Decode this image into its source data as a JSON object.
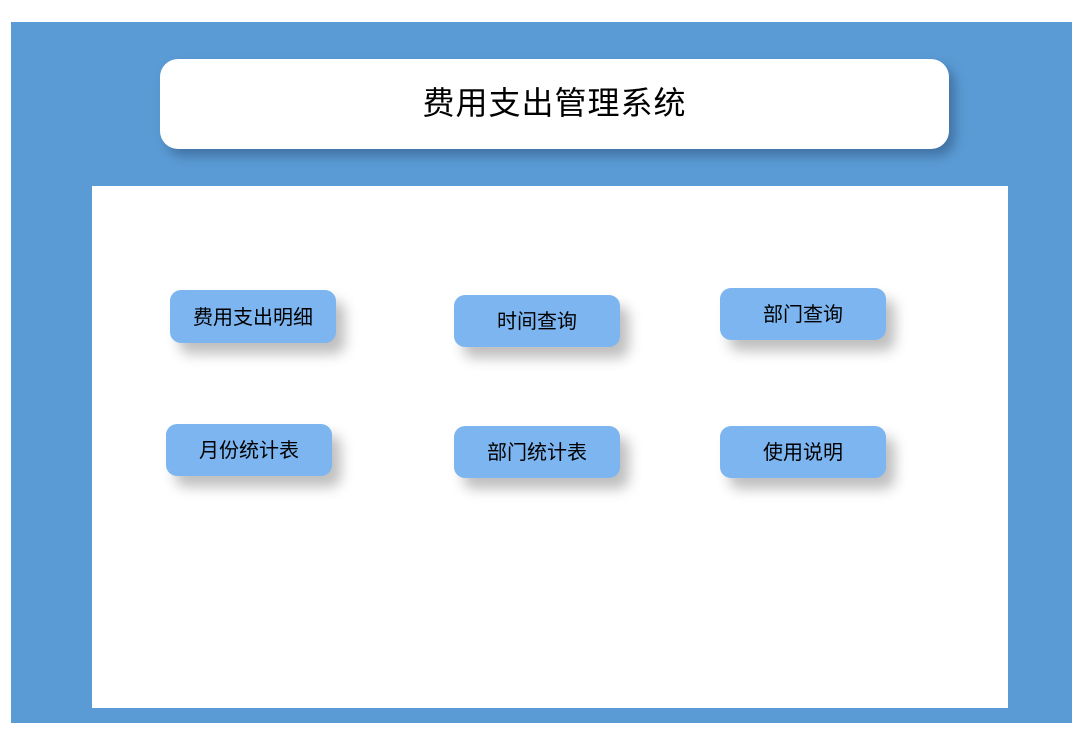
{
  "app": {
    "title": "费用支出管理系统"
  },
  "theme": {
    "panel_blue": "#5B9BD5",
    "button_blue": "#7CB5EF",
    "card_white": "#FFFFFF",
    "text_black": "#000000"
  },
  "menu": {
    "buttons": [
      {
        "label": "费用支出明细"
      },
      {
        "label": "时间查询"
      },
      {
        "label": "部门查询"
      },
      {
        "label": "月份统计表"
      },
      {
        "label": "部门统计表"
      },
      {
        "label": "使用说明"
      }
    ]
  }
}
